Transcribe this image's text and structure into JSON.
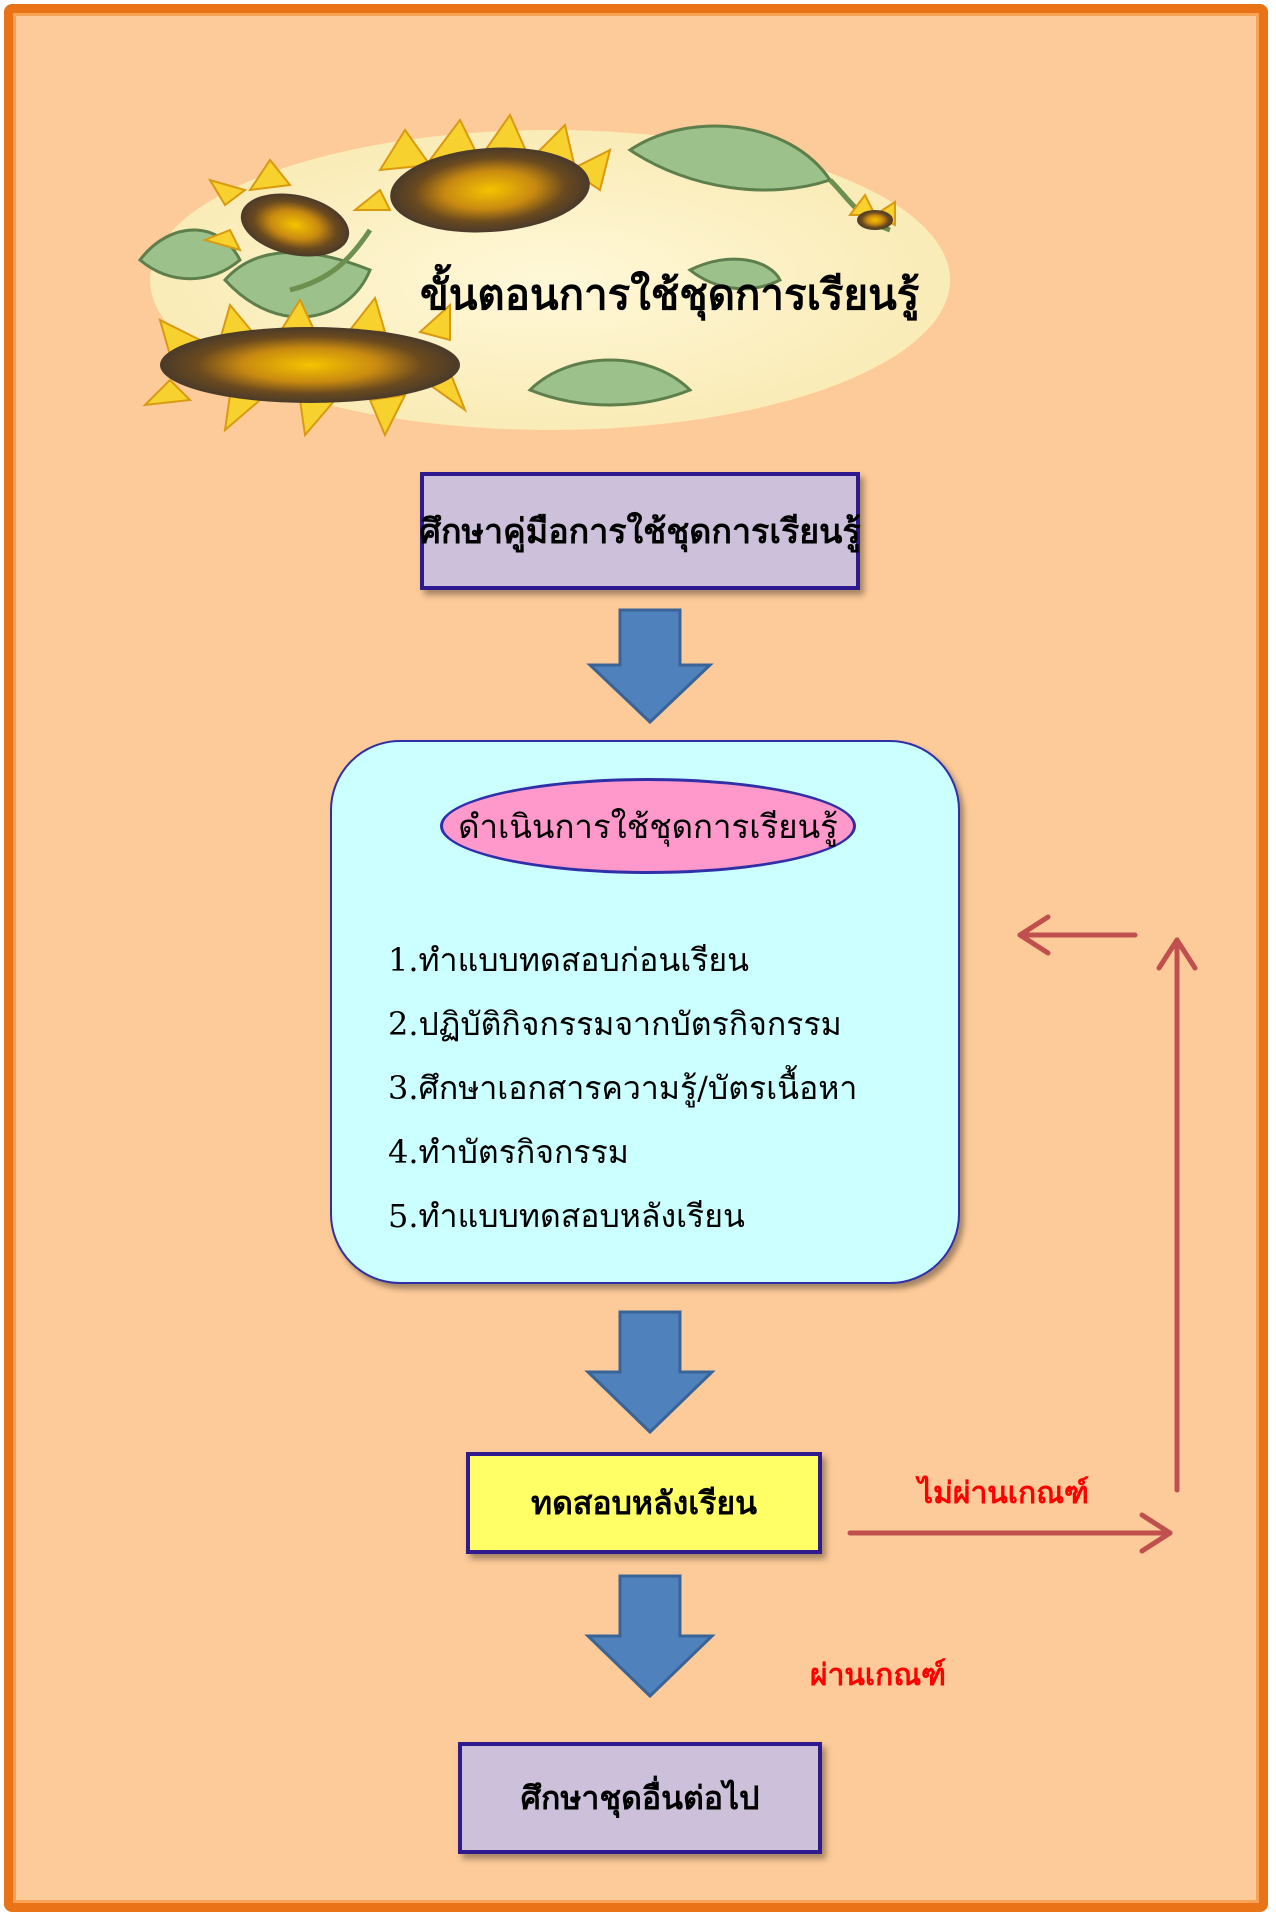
{
  "title": "ขั้นตอนการใช้ชุดการเรียนรู้",
  "boxes": {
    "study_manual": "ศึกษาคู่มือการใช้ชุดการเรียนรู้",
    "process_heading": "ดำเนินการใช้ชุดการเรียนรู้",
    "steps": [
      "1.ทำแบบทดสอบก่อนเรียน",
      "2.ปฏิบัติกิจกรรมจากบัตรกิจกรรม",
      "3.ศึกษาเอกสารความรู้/บัตรเนื้อหา",
      "4.ทำบัตรกิจกรรม",
      "5.ทำแบบทดสอบหลังเรียน"
    ],
    "posttest": "ทดสอบหลังเรียน",
    "next_set": "ศึกษาชุดอื่นต่อไป"
  },
  "labels": {
    "fail": "ไม่ผ่านเกณฑ์",
    "pass": "ผ่านเกณฑ์"
  },
  "colors": {
    "frame_border": "#E97316",
    "background": "#FDCB99",
    "box_purple": "#CCC0DA",
    "box_cyan": "#CCFFFF",
    "ellipse_pink": "#FF99CC",
    "box_yellow": "#FFFF66",
    "arrow_blue": "#4F81BD",
    "arrow_red": "#C0504D",
    "label_red": "#FF0000"
  },
  "icons": {
    "header_art": "sunflower-illustration",
    "down_arrow": "block-arrow-down",
    "loop_arrow": "loop-back-arrow"
  }
}
